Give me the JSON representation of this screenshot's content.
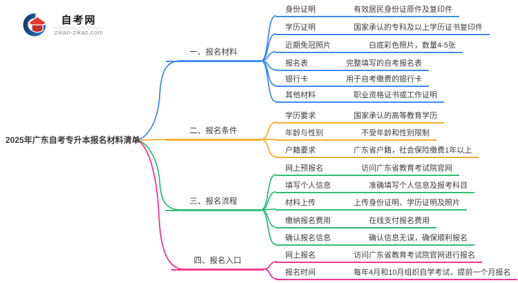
{
  "logo": {
    "title": "自考网",
    "domain": "zikao-zikao.com",
    "icon_blue_dark": "#16355f",
    "icon_blue": "#2a7de1",
    "icon_red": "#e23a30",
    "icon_red_dark": "#c52f28"
  },
  "central": {
    "title": "2025年广东自考专升本报名材料清单"
  },
  "branches": [
    {
      "label": "一、报名材料",
      "color": "#3a8cf0",
      "items": [
        {
          "label": "身份证明",
          "desc": "有效居民身份证原件及复印件"
        },
        {
          "label": "学历证明",
          "desc": "国家承认的专科及以上学历证书复印件"
        },
        {
          "label": "近期免冠照片",
          "desc": "白底彩色照片，数量4-5张"
        },
        {
          "label": "报名表",
          "desc": "完整填写的自考报名表"
        },
        {
          "label": "银行卡",
          "desc": "用于自考缴费的银行卡"
        },
        {
          "label": "其他材料",
          "desc": "职业资格证书或工作证明"
        }
      ]
    },
    {
      "label": "二、报名条件",
      "color": "#f8ad2a",
      "items": [
        {
          "label": "学历要求",
          "desc": "国家承认的高等教育学历"
        },
        {
          "label": "年龄与性别",
          "desc": "不受年龄和性别限制"
        },
        {
          "label": "户籍要求",
          "desc": "广东省户籍，社会保险缴费1年以上"
        }
      ]
    },
    {
      "label": "三、报名流程",
      "color": "#2fbe76",
      "items": [
        {
          "label": "网上预报名",
          "desc": "访问广东省教育考试院官网"
        },
        {
          "label": "填写个人信息",
          "desc": "准确填写个人信息及报考科目"
        },
        {
          "label": "材料上传",
          "desc": "上传身份证明、学历证明及照片"
        },
        {
          "label": "缴纳报名费用",
          "desc": "在线支付报名费用"
        },
        {
          "label": "确认报名信息",
          "desc": "确认信息无误，确保顺利报名"
        }
      ]
    },
    {
      "label": "四、报名入口",
      "color": "#f2338f",
      "items": [
        {
          "label": "网上报名",
          "desc": "访问广东省教育考试院官网进行报名"
        },
        {
          "label": "报名时间",
          "desc": "每年4月和10月组织自学考试，提前一个月报名"
        }
      ]
    }
  ]
}
